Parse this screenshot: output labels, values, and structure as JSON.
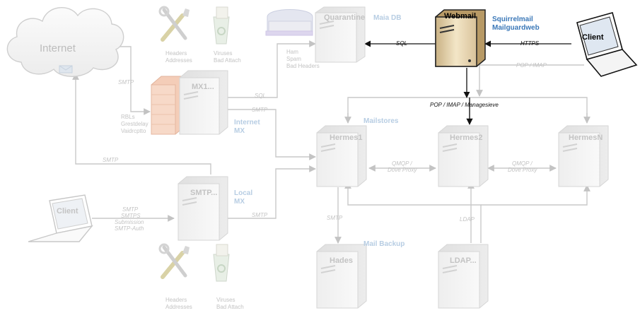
{
  "nodes": {
    "internet": "Internet",
    "mx1": "MX1...",
    "internet_mx": [
      "Internet",
      "MX"
    ],
    "smtp_local": "SMTP...",
    "local_mx": [
      "Local",
      "MX"
    ],
    "quarantine": "Quarantine",
    "maia_db": "Maia DB",
    "webmail": "Webmail",
    "webmail_apps": [
      "Squirrelmail",
      "Mailguardweb"
    ],
    "client_right": "Client",
    "client_left": "Client",
    "mailstores": "Mailstores",
    "hermes1": "Hermes1",
    "hermes2": "Hermes2",
    "hermesn": "HermesN",
    "hades": "Hades",
    "mail_backup": "Mail Backup",
    "ldap": "LDAP..."
  },
  "annotations": {
    "filters_top": {
      "left": [
        "Headers",
        "Addresses"
      ],
      "right": [
        "Viruses",
        "Bad Attach"
      ]
    },
    "filters_bottom": {
      "left": [
        "Headers",
        "Addresses"
      ],
      "right": [
        "Viruses",
        "Bad Attach"
      ]
    },
    "quarantine_types": [
      "Ham",
      "Spam",
      "Bad Headers"
    ],
    "mx_checks": [
      "RBLs",
      "Grestdelay",
      "Vaidrcptto"
    ],
    "client_left_protocols": [
      "SMTP",
      "SMTPS",
      "Submission",
      "SMTP-Auth"
    ]
  },
  "edges": {
    "sql_webmail": "SQL",
    "https": "HTTPS",
    "pop_imap_top": "POP / IMAP",
    "pop_imap_managesieve": "POP / IMAP / Managesieve",
    "sql_mx": "SQL",
    "smtp_internet_mx": "SMTP",
    "smtp_mx_hermes": "SMTP",
    "smtp_local_internet": "SMTP",
    "smtp_local_hermes": "SMTP",
    "qmqp_12": [
      "QMQP /",
      "Dove Proxy"
    ],
    "qmqp_2n": [
      "QMQP /",
      "Dove Proxy"
    ],
    "smtp_hades": "SMTP",
    "ldap_edge": "LDAP"
  },
  "colors": {
    "highlight_blue": "#3b78b8",
    "faded_blue": "#b7cde3",
    "faded_gray": "#c3c3c3",
    "line_gray": "#c9c9c9"
  }
}
